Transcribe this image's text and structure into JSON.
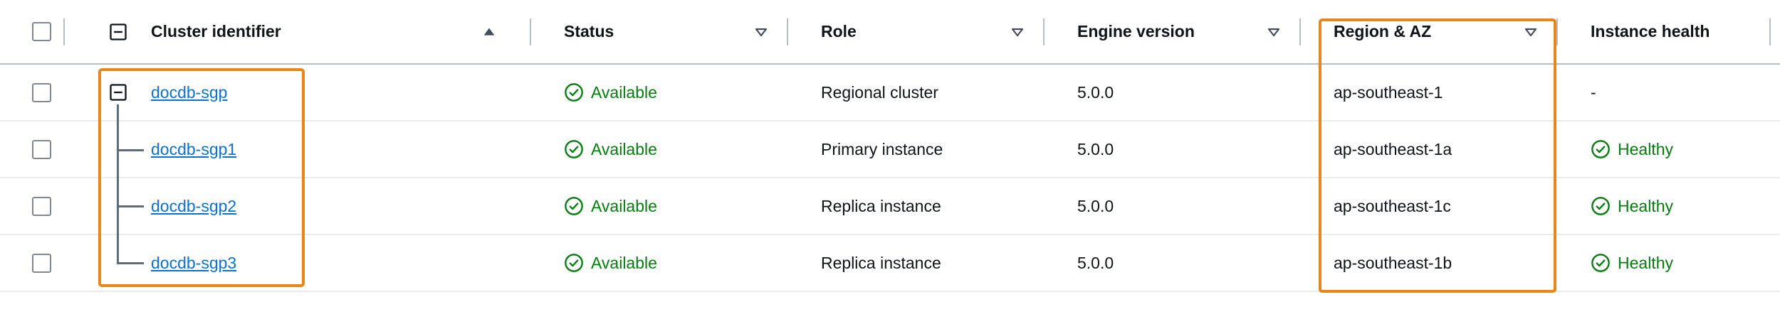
{
  "colors": {
    "highlight": "#e8861c",
    "link": "#0972d3",
    "success": "#037f0c",
    "header_text": "#0f141a",
    "header_divider": "#b6bec9",
    "row_border": "#e9ebed"
  },
  "table": {
    "columns": [
      {
        "label": "Cluster identifier",
        "sorted": "ascending"
      },
      {
        "label": "Status",
        "filterable": true
      },
      {
        "label": "Role",
        "filterable": true
      },
      {
        "label": "Engine version",
        "filterable": true
      },
      {
        "label": "Region & AZ",
        "filterable": true
      },
      {
        "label": "Instance health",
        "filterable": false
      }
    ],
    "rows": [
      {
        "cluster_identifier": "docdb-sgp",
        "level": "cluster",
        "expanded": true,
        "status": "Available",
        "role": "Regional cluster",
        "engine_version": "5.0.0",
        "region_az": "ap-southeast-1",
        "instance_health": "-"
      },
      {
        "cluster_identifier": "docdb-sgp1",
        "level": "instance",
        "status": "Available",
        "role": "Primary instance",
        "engine_version": "5.0.0",
        "region_az": "ap-southeast-1a",
        "instance_health": "Healthy"
      },
      {
        "cluster_identifier": "docdb-sgp2",
        "level": "instance",
        "status": "Available",
        "role": "Replica instance",
        "engine_version": "5.0.0",
        "region_az": "ap-southeast-1c",
        "instance_health": "Healthy"
      },
      {
        "cluster_identifier": "docdb-sgp3",
        "level": "instance",
        "status": "Available",
        "role": "Replica instance",
        "engine_version": "5.0.0",
        "region_az": "ap-southeast-1b",
        "instance_health": "Healthy"
      }
    ]
  },
  "annotations": {
    "highlight_color": "#e8861c",
    "boxes": [
      {
        "target": "cluster-identifier-tree"
      },
      {
        "target": "region-az-column"
      }
    ]
  }
}
